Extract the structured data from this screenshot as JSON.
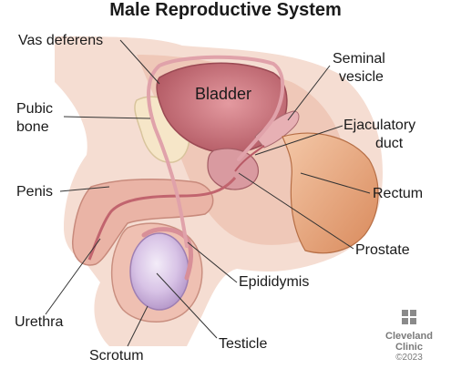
{
  "diagram": {
    "title": "Male Reproductive System",
    "labels": {
      "vas_deferens": "Vas deferens",
      "pubic_bone_line1": "Pubic",
      "pubic_bone_line2": "bone",
      "penis": "Penis",
      "urethra": "Urethra",
      "scrotum": "Scrotum",
      "bladder": "Bladder",
      "seminal_vesicle_line1": "Seminal",
      "seminal_vesicle_line2": "vesicle",
      "ejaculatory_duct_line1": "Ejaculatory",
      "ejaculatory_duct_line2": "duct",
      "rectum": "Rectum",
      "prostate": "Prostate",
      "epididymis": "Epididymis",
      "testicle": "Testicle"
    },
    "logo": {
      "line1": "Cleveland",
      "line2": "Clinic",
      "copyright": "©2023"
    },
    "colors": {
      "skin": "#f2d2c4",
      "tissue": "#e9b8a8",
      "bladder": "#c9727a",
      "testicle": "#d9c4e6",
      "duct": "#e7a0a8",
      "leader": "#333333"
    }
  }
}
